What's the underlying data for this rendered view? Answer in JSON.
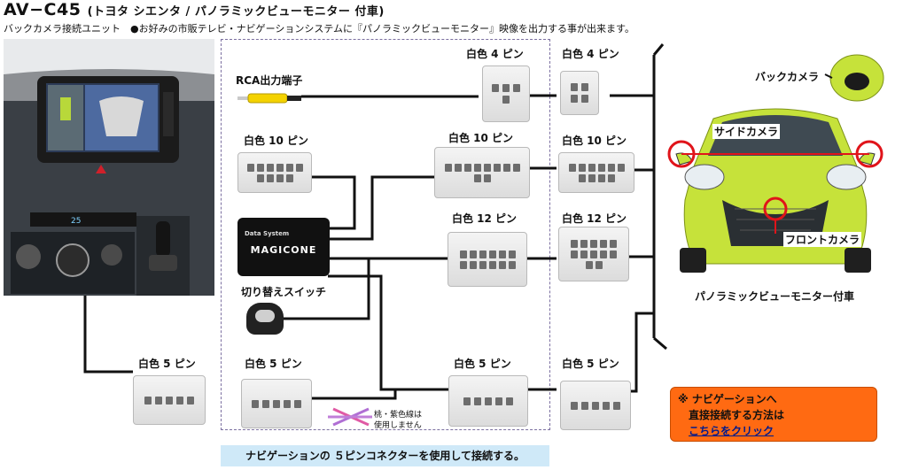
{
  "title": {
    "model": "AV−C45",
    "vehicle": "(トヨタ シエンタ / パノラミックビューモニター 付車)"
  },
  "subtitle": "バックカメラ接続ユニット　●お好みの市販テレビ・ナビゲーションシステムに『パノラミックビューモニター』映像を出力する事が出来ます。",
  "labels": {
    "rca": "RCA出力端子",
    "w4_kit": "白色 4 ピン",
    "w4_car": "白色 4 ピン",
    "w10_left": "白色 10 ピン",
    "w10_kit": "白色 10 ピン",
    "w10_car": "白色 10 ピン",
    "w12_kit": "白色 12 ピン",
    "w12_car": "白色 12 ピン",
    "switch": "切り替えスイッチ",
    "w5_nav": "白色 5 ピン",
    "w5_a": "白色 5 ピン",
    "w5_b": "白色 5 ピン",
    "w5_car": "白色 5 ピン"
  },
  "unit": {
    "brand": "Data System",
    "name": "MAGICONE"
  },
  "wire_note": {
    "line1": "桃・紫色線は",
    "line2": "使用しません"
  },
  "bottom_note": "ナビゲーションの ５ピンコネクターを使用して接続する。",
  "car": {
    "back_camera": "バックカメラ",
    "side_camera": "サイドカメラ",
    "front_camera": "フロントカメラ",
    "caption": "パノラミックビューモニター付車"
  },
  "nav_box": {
    "line1": "※ ナビゲーションへ",
    "line2": "直接接続する方法は",
    "link": "こちらをクリック"
  },
  "colors": {
    "accent_orange": "#ff6a12",
    "note_bg": "#cfe9f8",
    "car_body": "#c6e23a",
    "camera_ring": "#e0141a",
    "rca_plug": "#f4d200"
  }
}
